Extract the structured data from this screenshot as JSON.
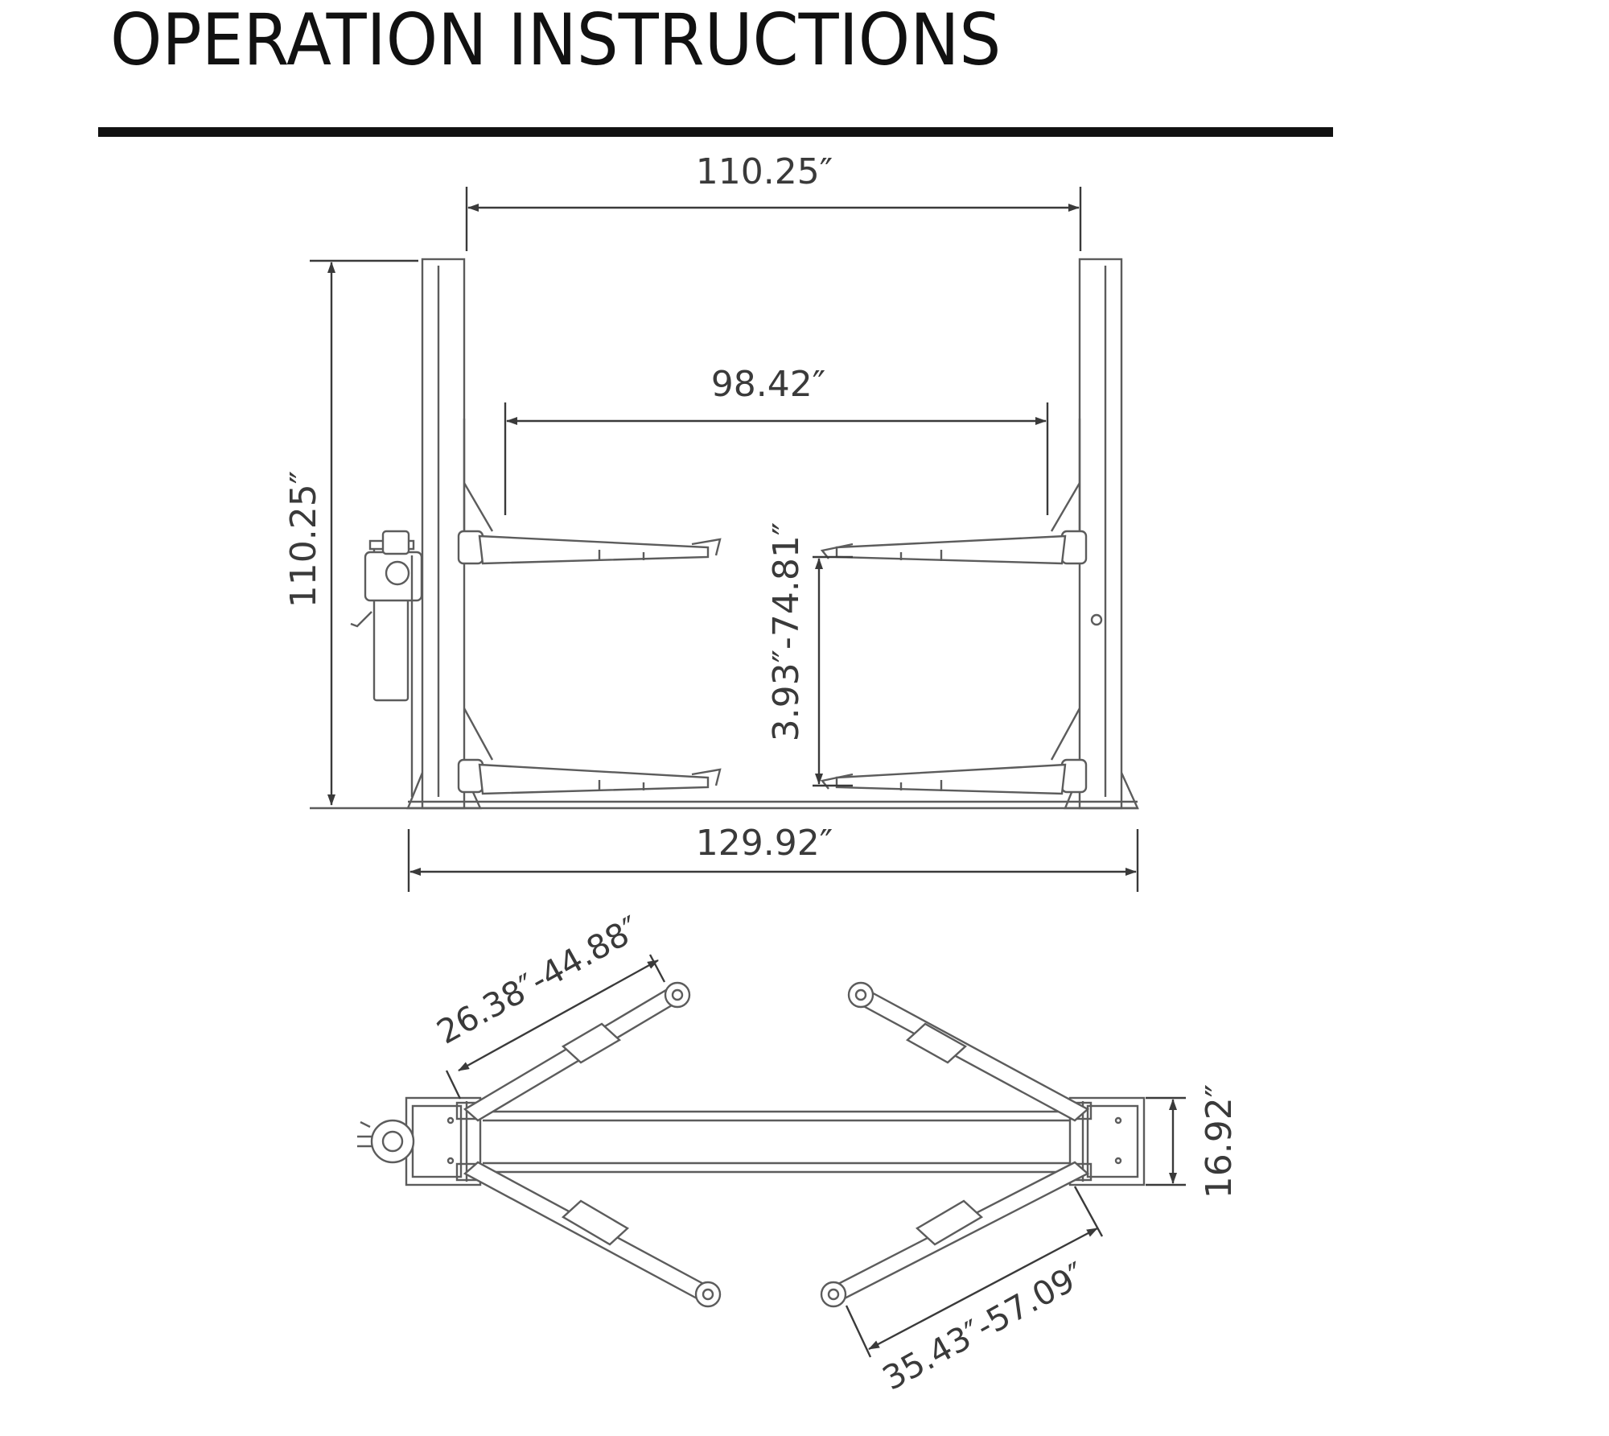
{
  "document": {
    "title": "OPERATION INSTRUCTIONS"
  },
  "front_view": {
    "overall_height": "110.25″",
    "inner_column_width": "110.25″",
    "arm_pad_span": "98.42″",
    "pad_height_range": "3.93″-74.81″",
    "overall_base_width": "129.92″"
  },
  "top_view": {
    "short_arm_reach": "26.38″-44.88″",
    "long_arm_reach": "35.43″-57.09″",
    "column_depth": "16.92″"
  },
  "colors": {
    "title": "#111111",
    "line_art": "#5c5c5c",
    "dimension": "#3a3a3a"
  }
}
